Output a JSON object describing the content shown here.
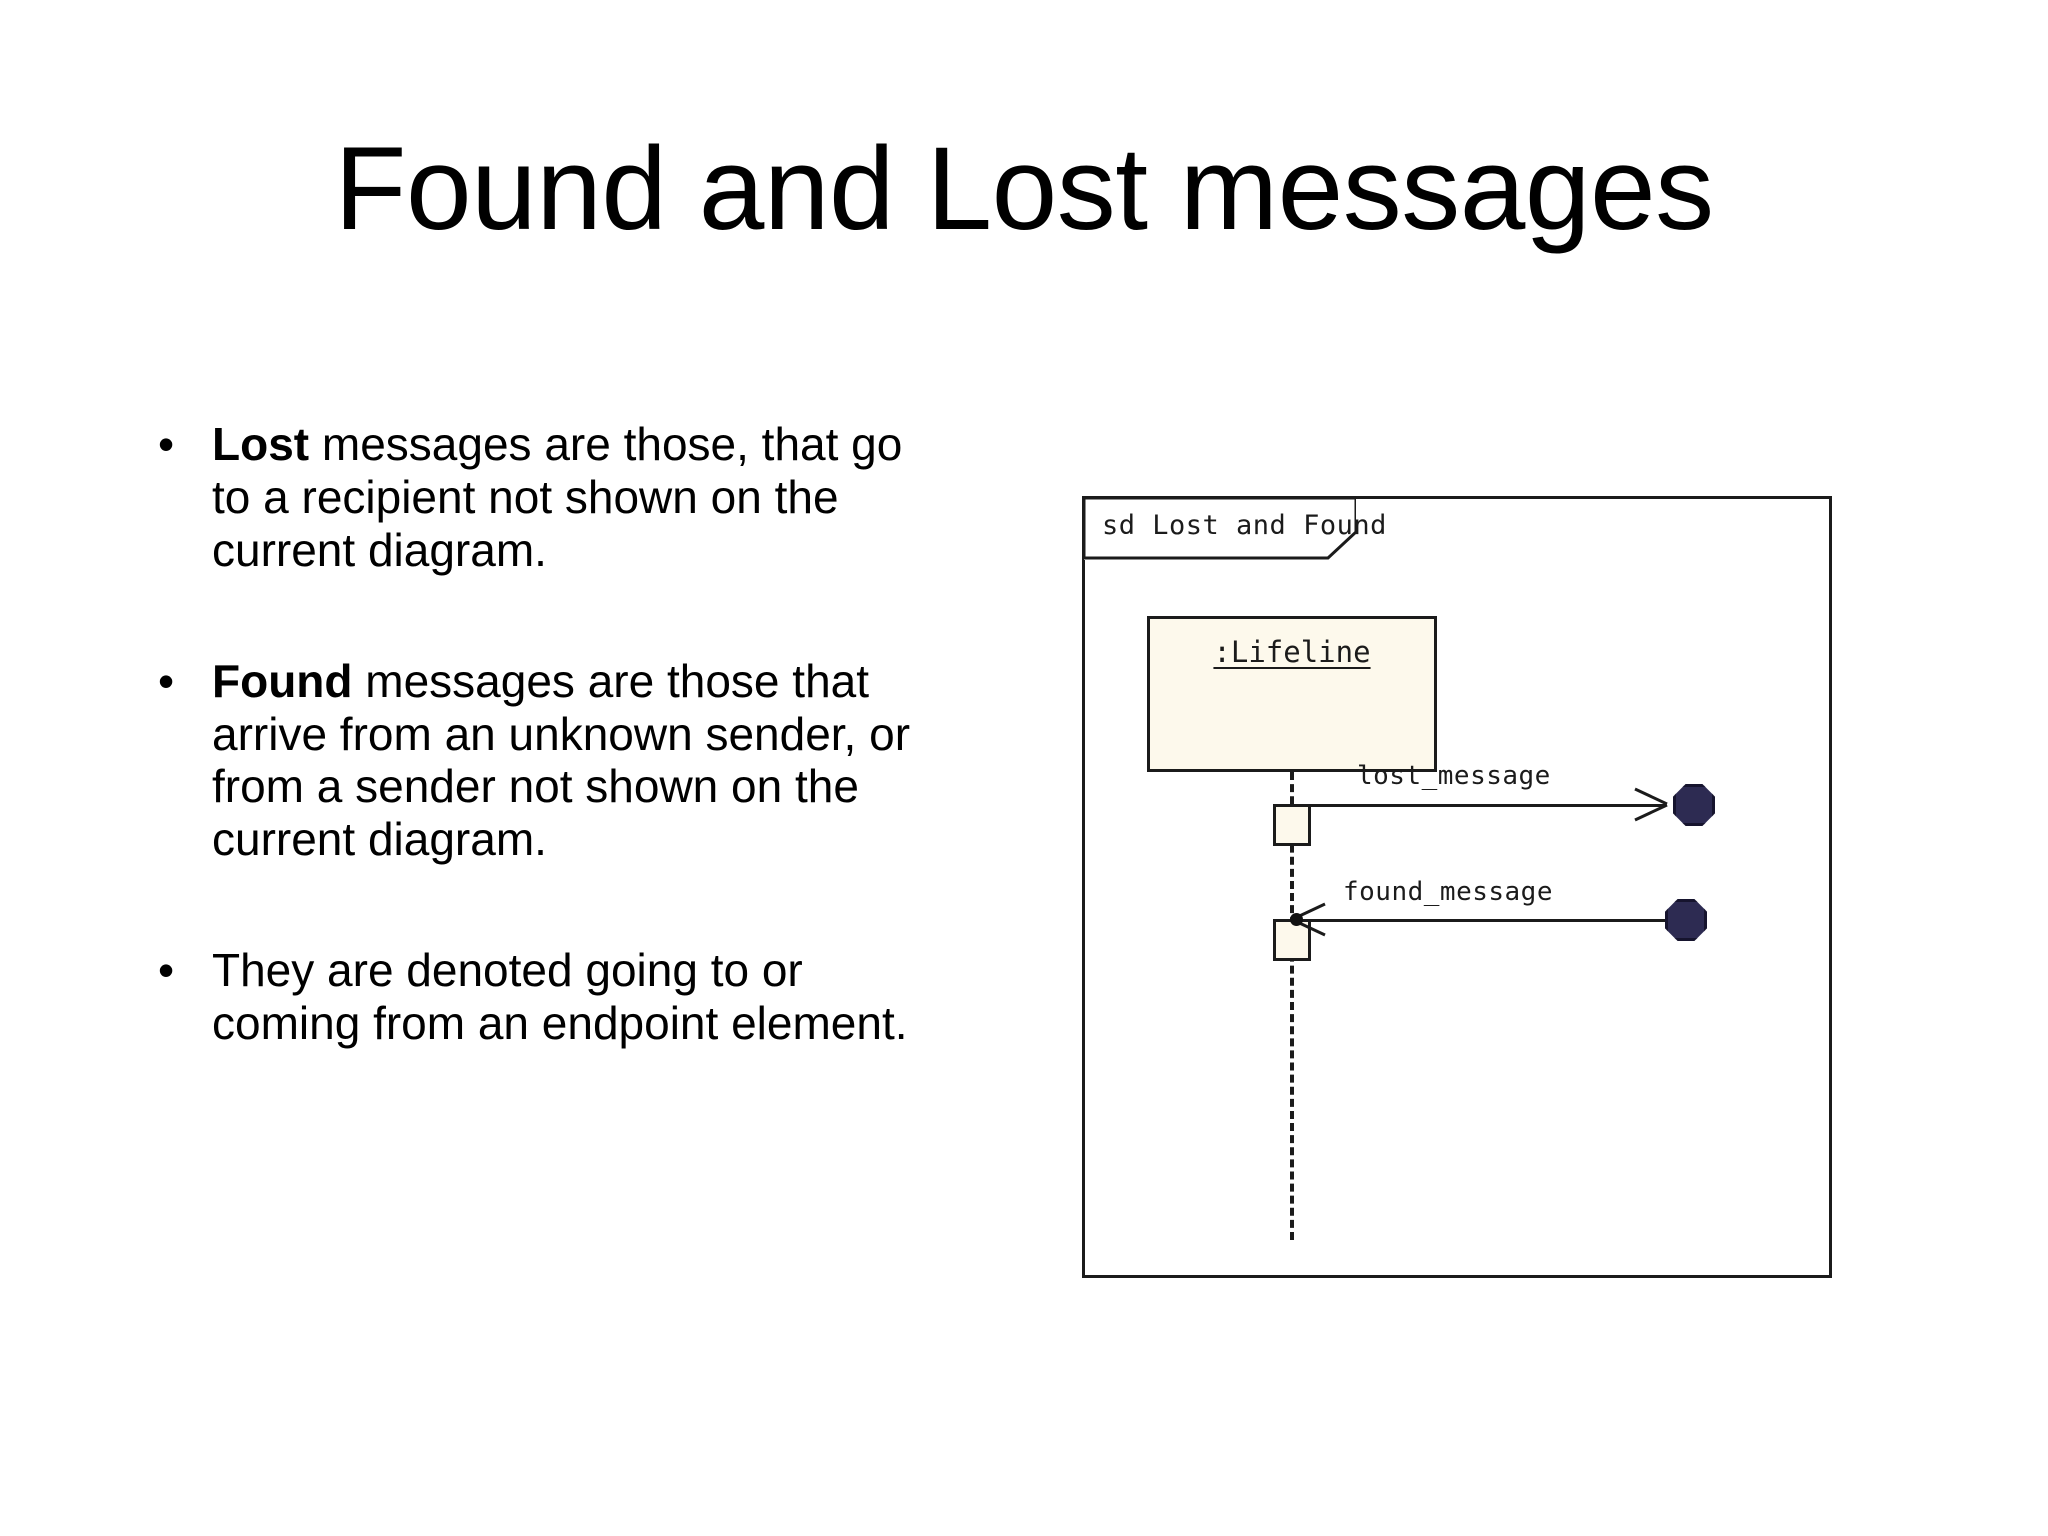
{
  "slide": {
    "title": "Found and Lost messages",
    "background": "#ffffff"
  },
  "bullets": [
    {
      "lead": "Lost",
      "rest": " messages are those, that go to a recipient not shown on the current diagram.",
      "marker": "•"
    },
    {
      "lead": "Found",
      "rest": " messages are those that arrive from an unknown sender, or from a sender not shown on the current diagram.",
      "marker": "•"
    },
    {
      "lead": "",
      "rest": "They are denoted going to or coming from an endpoint element.",
      "marker": "•"
    }
  ],
  "diagram": {
    "type": "uml-sequence-diagram",
    "frame_label": "sd Lost and Found",
    "lifeline_name": ":Lifeline",
    "messages": [
      {
        "label": "lost_message",
        "direction": "outgoing",
        "kind": "lost",
        "from": "lifeline",
        "to": "endpoint",
        "arrowhead": "open-right"
      },
      {
        "label": "found_message",
        "direction": "incoming",
        "kind": "found",
        "from": "endpoint",
        "to": "lifeline",
        "arrowhead": "open-left"
      }
    ],
    "colors": {
      "frame_stroke": "#1b1b1b",
      "lifeline_fill": "#fdf9ec",
      "endpoint_fill": "#2d2b52",
      "text": "#1b1b1b"
    }
  }
}
